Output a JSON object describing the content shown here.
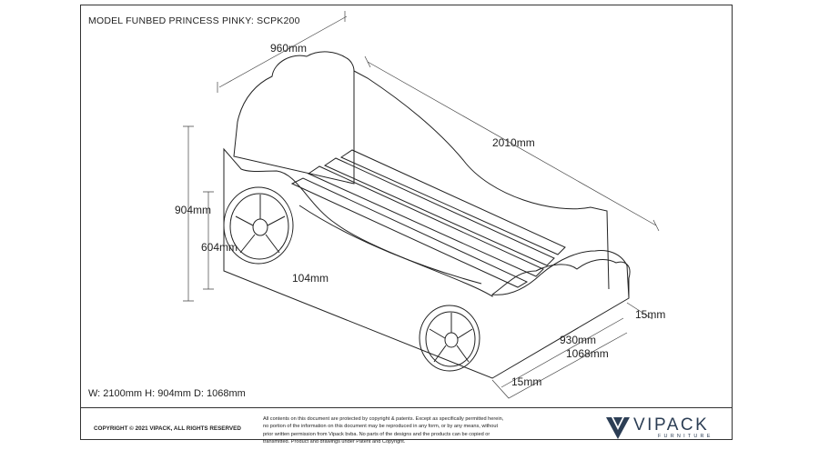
{
  "sheet": {
    "title": "MODEL FUNBED PRINCESS PINKY: SCPK200"
  },
  "dimensions": {
    "width_top": "960mm",
    "length": "2010mm",
    "height_total": "904mm",
    "height_side": "604mm",
    "wheel_offset": "104mm",
    "panel_thickness_right": "15mm",
    "inner_width": "930mm",
    "outer_width": "1068mm",
    "panel_thickness_bottom": "15mm"
  },
  "overall_size": "W: 2100mm H: 904mm D: 1068mm",
  "footer": {
    "copyright": "COPYRIGHT  © 2021 VIPACK, ALL RIGHTS RESERVED",
    "legal_lines": [
      "All contents on this document are protected by copyright & patents.  Except as specifically permitted herein,",
      "no portion of the information on this document may be reproduced in any form, or by any means, without",
      "prior written permission from Vipack bvba.  No parts of the designs and the products can be copied or",
      "transmitted. Product and drawings under Patent and Copyright."
    ],
    "brand": "VIPACK",
    "brand_sub": "FURNITURE"
  },
  "colors": {
    "line": "#222222",
    "brand": "#2c3e55"
  }
}
